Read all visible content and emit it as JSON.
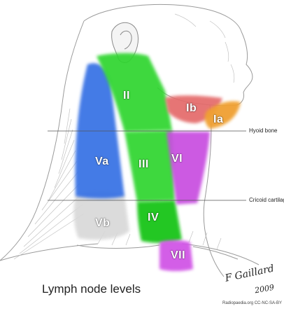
{
  "title": "Lymph node levels",
  "levels": [
    {
      "id": "Ia",
      "label": "Ia",
      "color": "#f0a030"
    },
    {
      "id": "Ib",
      "label": "Ib",
      "color": "#e46a6a"
    },
    {
      "id": "II",
      "label": "II",
      "color": "#2fd52f"
    },
    {
      "id": "III",
      "label": "III",
      "color": "#2fd52f"
    },
    {
      "id": "IV",
      "label": "IV",
      "color": "#19c419"
    },
    {
      "id": "Va",
      "label": "Va",
      "color": "#3570e4"
    },
    {
      "id": "Vb",
      "label": "Vb",
      "color": "#d8d8d8"
    },
    {
      "id": "VI",
      "label": "VI",
      "color": "#c84ee0"
    },
    {
      "id": "VII",
      "label": "VII",
      "color": "#d154e6"
    }
  ],
  "reference_lines": {
    "hyoid": "Hyoid bone",
    "cricoid": "Cricoid cartilag"
  },
  "signature": {
    "name": "F Gaillard",
    "year": "2009"
  },
  "credit": "Radiopaedia.org CC-NC-SA-BY"
}
